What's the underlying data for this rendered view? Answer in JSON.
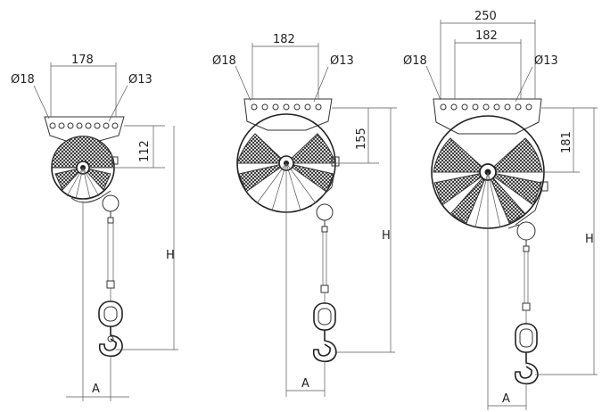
{
  "labels": {
    "diameter_large": "Ø18",
    "diameter_small": "Ø13",
    "unit1_hole_span": "178",
    "unit1_height_to_axis": "112",
    "unit2_hole_span": "182",
    "unit2_height_to_axis": "155",
    "unit3_outer_span": "250",
    "unit3_hole_span": "182",
    "unit3_height_to_axis": "181",
    "dim_H": "H",
    "dim_A": "A"
  }
}
